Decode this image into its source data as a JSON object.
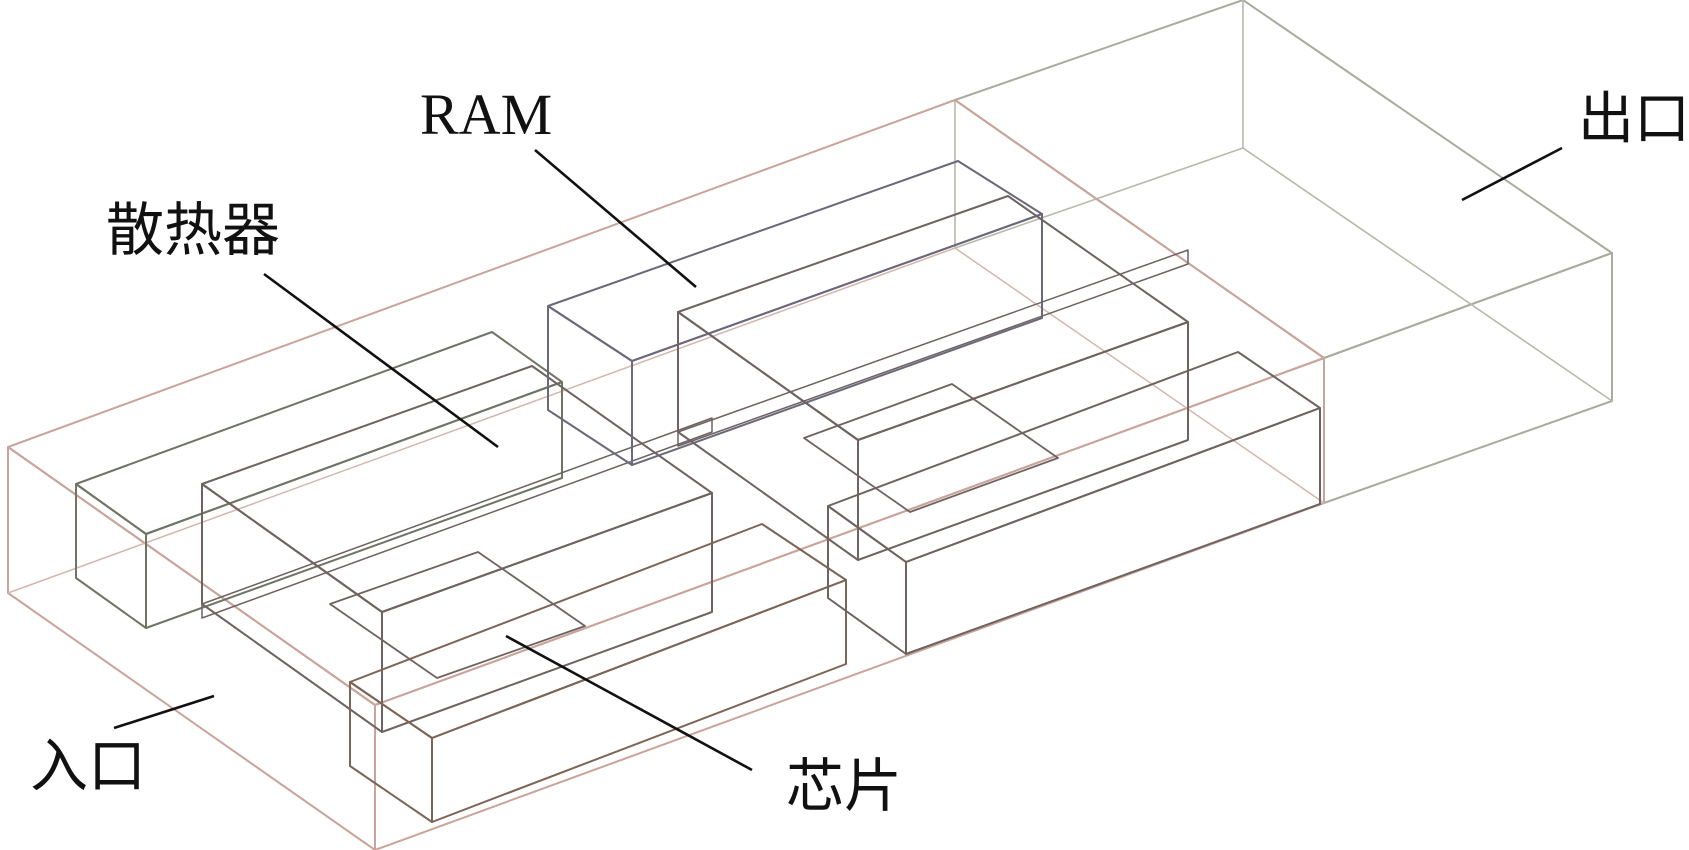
{
  "labels": {
    "ram": "RAM",
    "outlet": "出口",
    "heatsink": "散热器",
    "inlet": "入口",
    "chip": "芯片"
  },
  "colors": {
    "channel_fill": "#f3e4de",
    "channel_edge": "#c9a49a",
    "outlet_fill": "#efeee6",
    "outlet_edge": "#a9ac9c",
    "heatsink_fill": "#b6bc9c",
    "heatsink_edge": "#6f7565",
    "ram_fill": "#aaa7b8",
    "ram_edge": "#6a687a",
    "chip_fill": "#c9a188",
    "chip_edge": "#7d6556",
    "board_fill": "#b7aaa6",
    "board_edge": "#6e6360",
    "leader_color": "#111111"
  }
}
